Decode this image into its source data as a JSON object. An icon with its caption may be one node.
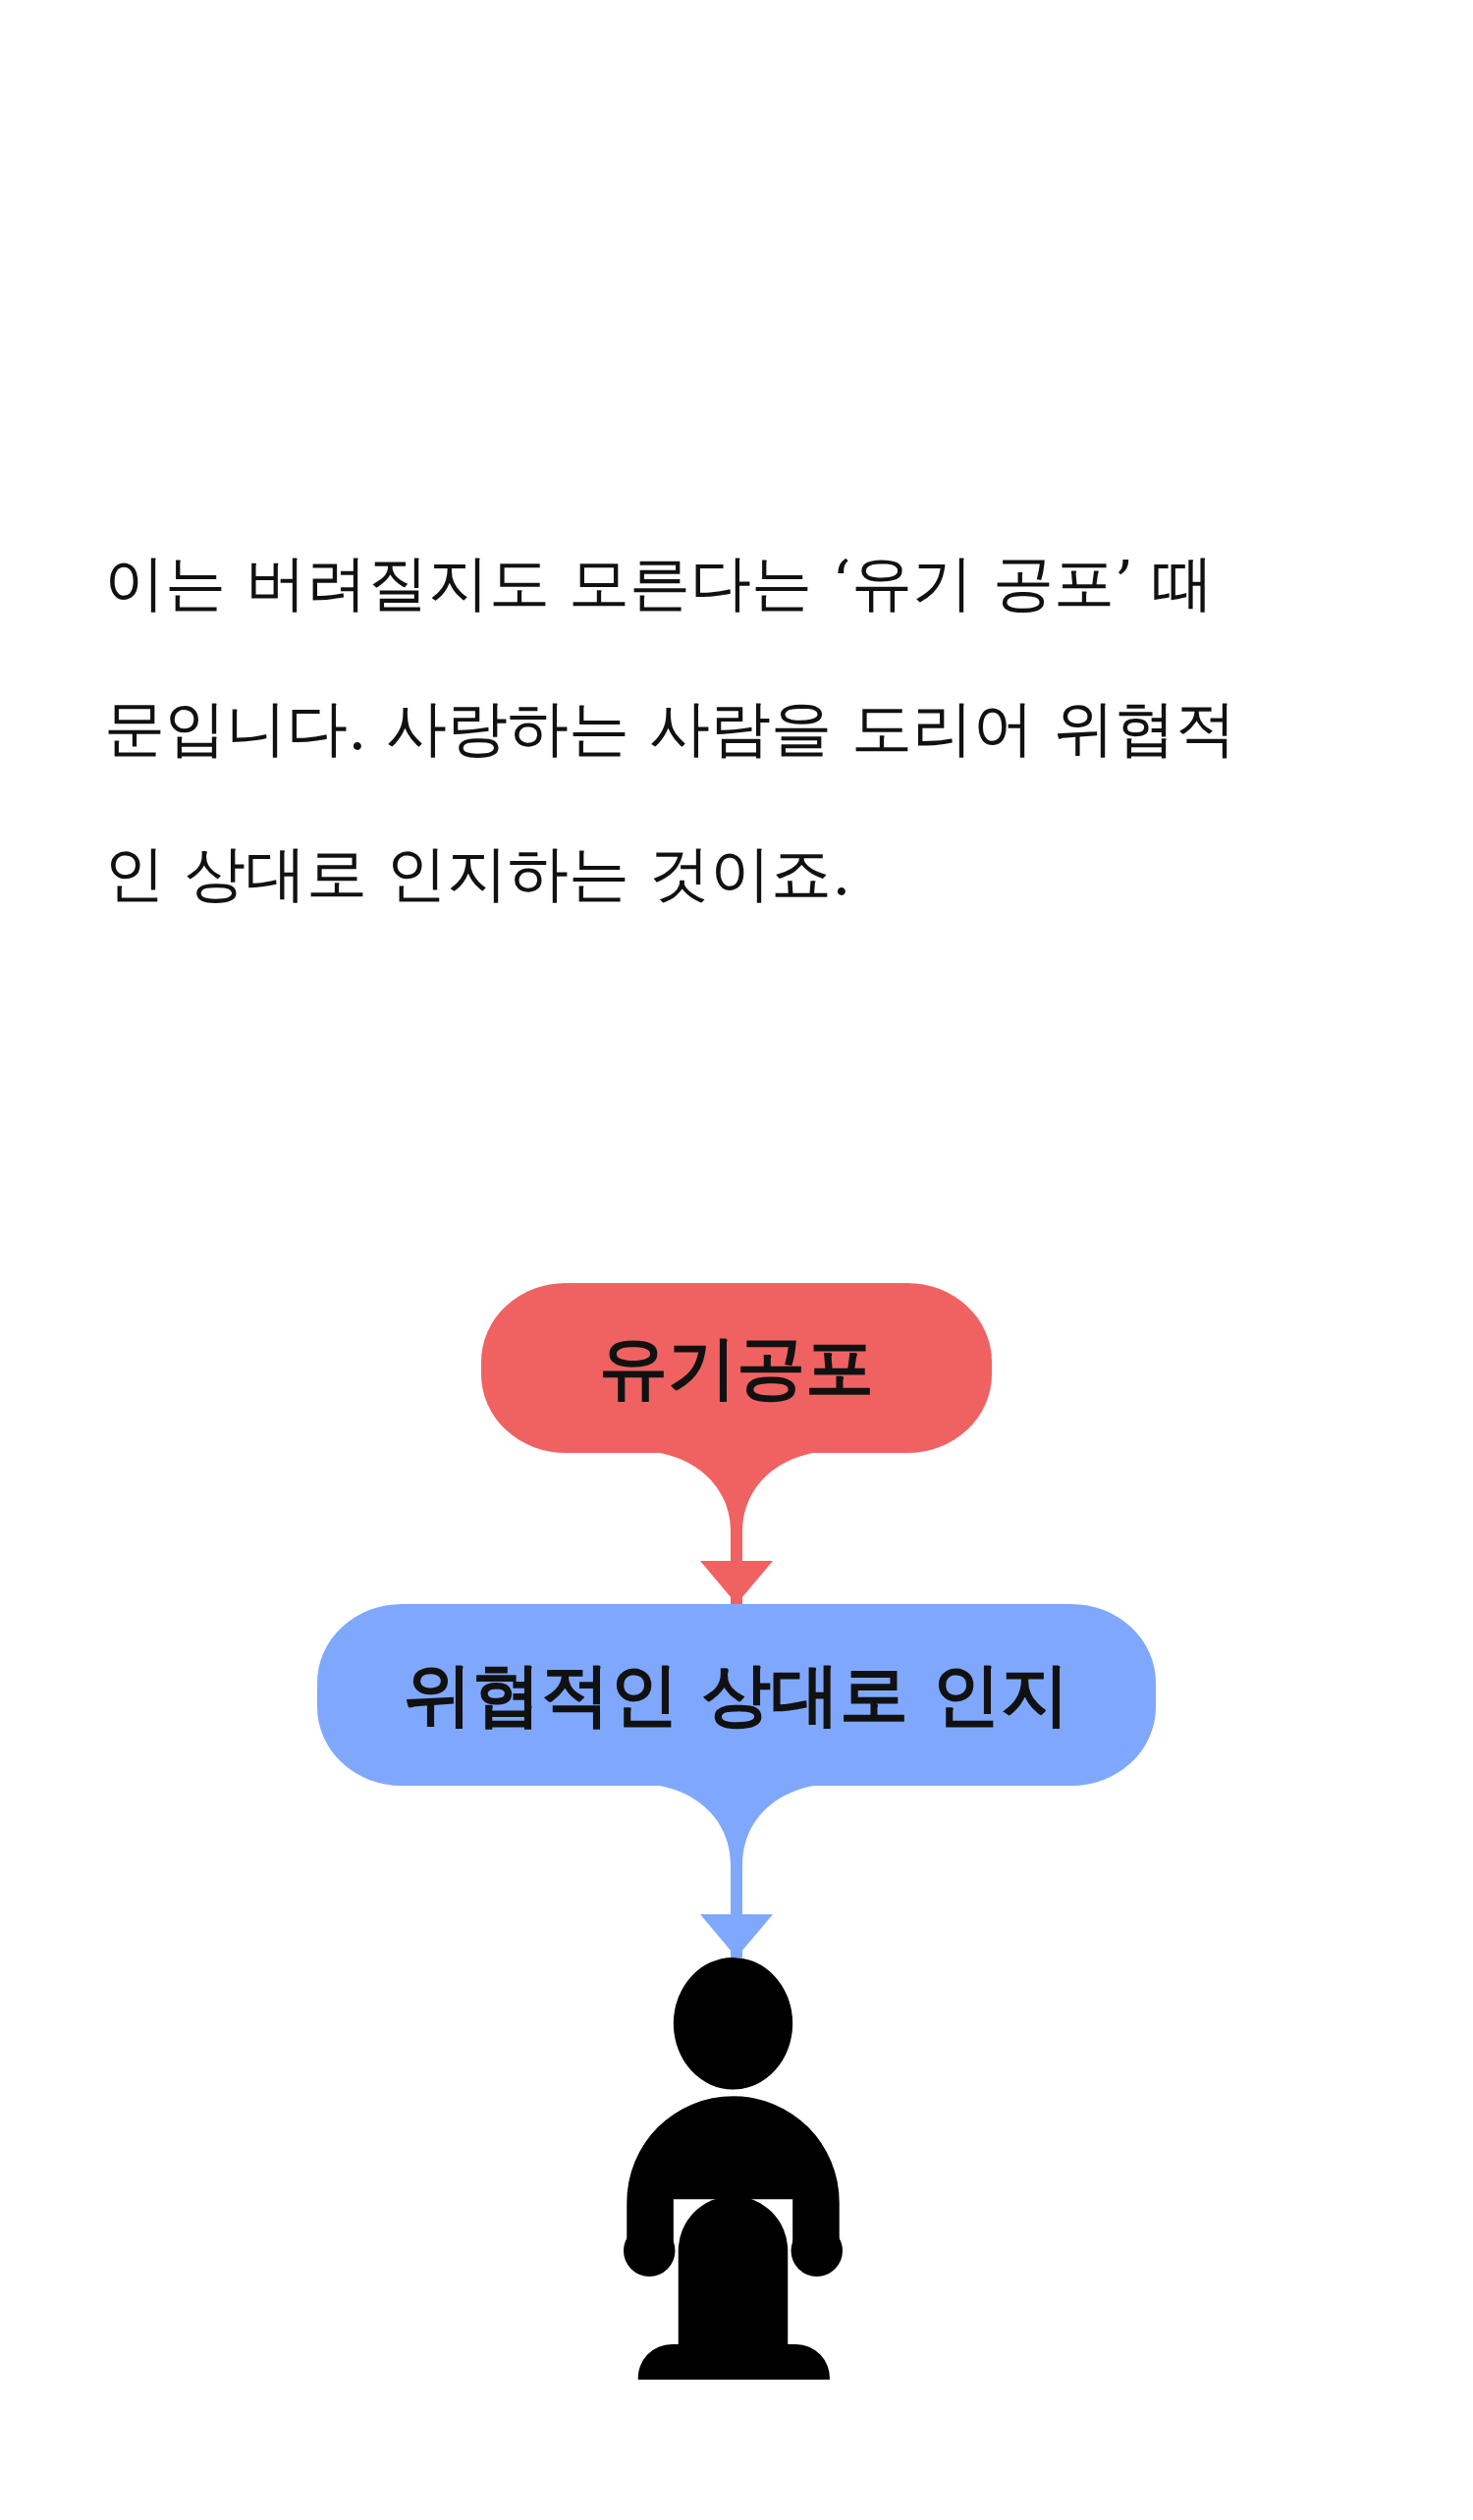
{
  "diagram": {
    "nodes": [
      {
        "text": [
          "유기공포"
        ]
      },
      {
        "text": [
          "위협적인 상대로 인지"
        ]
      },
      {
        "text": [],
        "shape": "person"
      }
    ],
    "edges": [
      {
        "from": 0,
        "to": 1,
        "arrow": "to",
        "color": "#f06262"
      },
      {
        "from": 1,
        "to": 2,
        "arrow": "to",
        "color": "#7fa8fd"
      }
    ],
    "labels": [
      "이는 버려질지도 모른다는 ‘유기 공포’ 때문입니다. 사랑하는 사람을 도리어 위협적인 상대로 인지하는 것이죠."
    ]
  }
}
